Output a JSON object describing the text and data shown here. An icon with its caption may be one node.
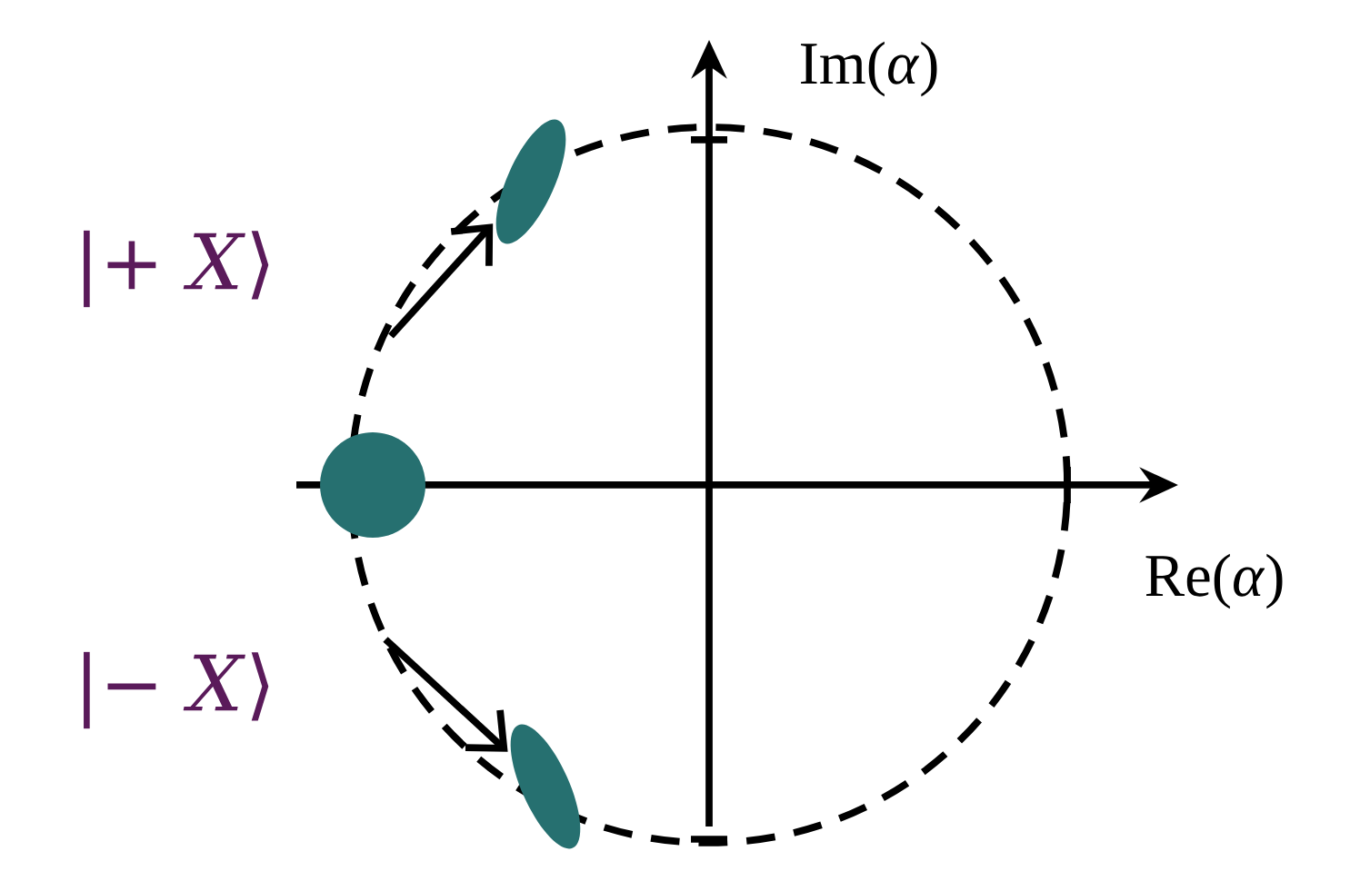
{
  "diagram": {
    "nodes": [
      {
        "text": [],
        "shape": "circle"
      },
      {
        "text": [],
        "shape": "ellipse"
      },
      {
        "text": [],
        "shape": "ellipse"
      }
    ],
    "edges": [
      {
        "from": null,
        "to": 1,
        "arrow": "to",
        "label": "|+ *X*⟩"
      },
      {
        "from": null,
        "to": 2,
        "arrow": "to",
        "label": "|− *X*⟩"
      }
    ],
    "labels": [
      "Im(*α*)",
      "Re(*α*)"
    ]
  }
}
